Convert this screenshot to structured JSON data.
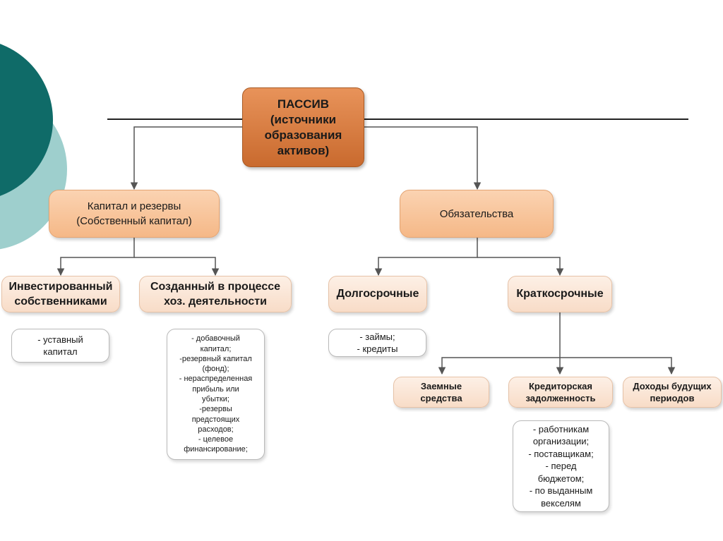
{
  "nodes": {
    "root": "ПАССИВ\n(источники\nобразования\nактивов)",
    "capital": "Капитал и резервы\n(Собственный капитал)",
    "obligations": "Обязательства",
    "invested": "Инвестированный\nсобственниками",
    "created": "Созданный в процессе\nхоз. деятельности",
    "longterm": "Долгосрочные",
    "shortterm": "Краткосрочные",
    "ustavny": "- уставный\nкапитал",
    "created_list": "- добавочный\nкапитал;\n-резервный капитал\n(фонд);\n- нераспределенная\nприбыль или\nубытки;\n-резервы\nпредстоящих\nрасходов;\n- целевое\nфинансирование;",
    "zaimy": "- займы;\n- кредиты",
    "borrowed": "Заемные\nсредства",
    "payables": "Кредиторская\nзадолженность",
    "deferred": "Доходы будущих\nпериодов",
    "payables_list": "- работникам\nорганизации;\n- поставщикам;\n- перед\nбюджетом;\n- по выданным\nвекселям"
  },
  "colors": {
    "root_fill": "#d77a3e",
    "level1_fill": "#f7c39a",
    "level2_fill": "#fbe3d0",
    "leaf_fill": "#ffffff",
    "connector": "#555555",
    "teal_dark": "#0f6b68",
    "teal_light": "#9ecfcd"
  }
}
